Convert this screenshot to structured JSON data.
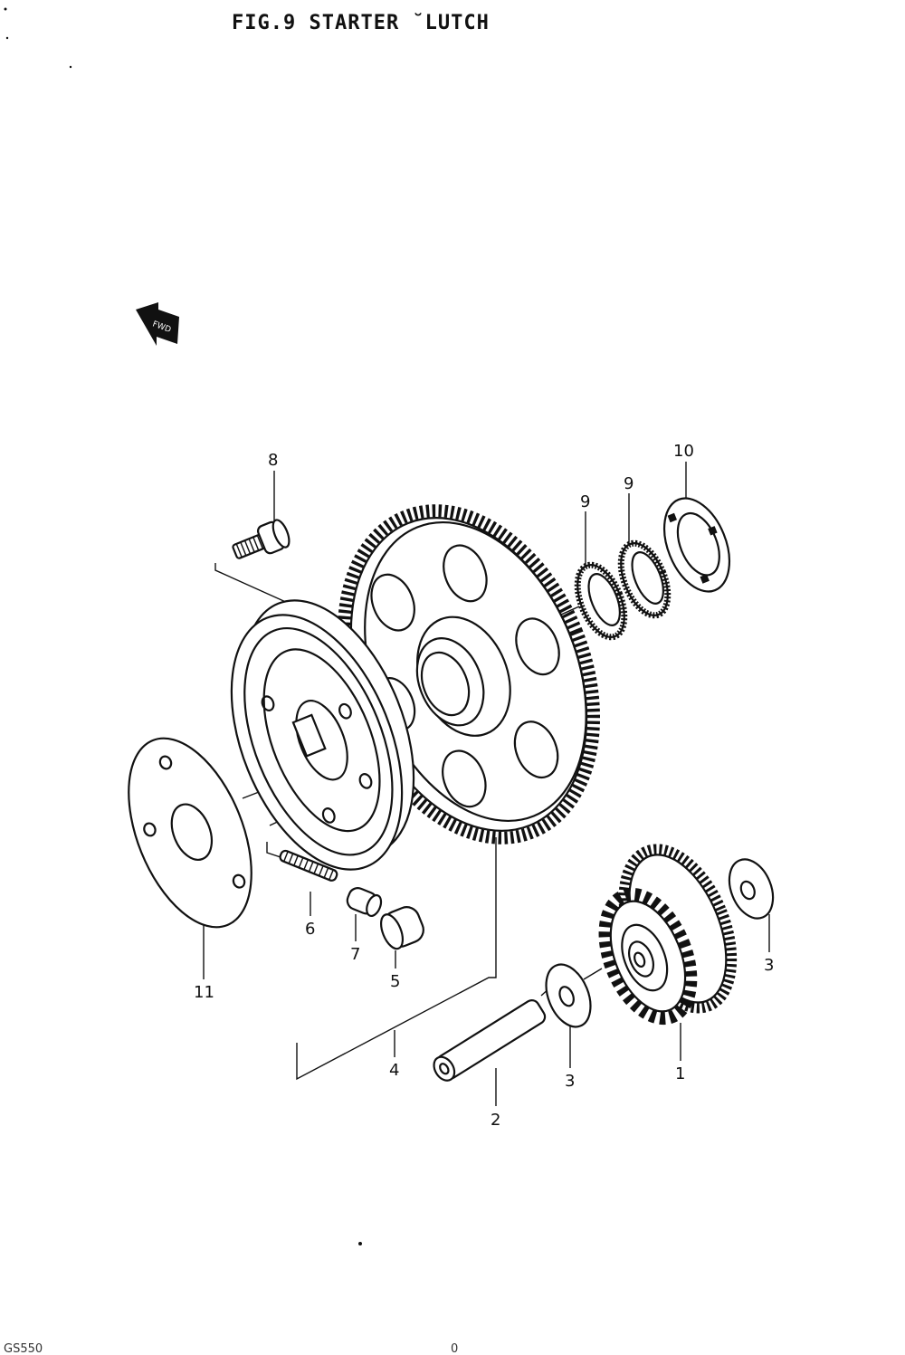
{
  "figure": {
    "title": "FIG.9  STARTER ˘LUTCH",
    "footer_left": "GS550",
    "footer_right": "0"
  },
  "callouts": [
    "8",
    "9",
    "9",
    "10",
    "6",
    "7",
    "5",
    "11",
    "4",
    "3",
    "2",
    "3",
    "1"
  ],
  "colors": {
    "ink": "#111111",
    "paper": "#ffffff"
  },
  "icons": {
    "front_arrow": "front-direction-arrow-icon"
  }
}
